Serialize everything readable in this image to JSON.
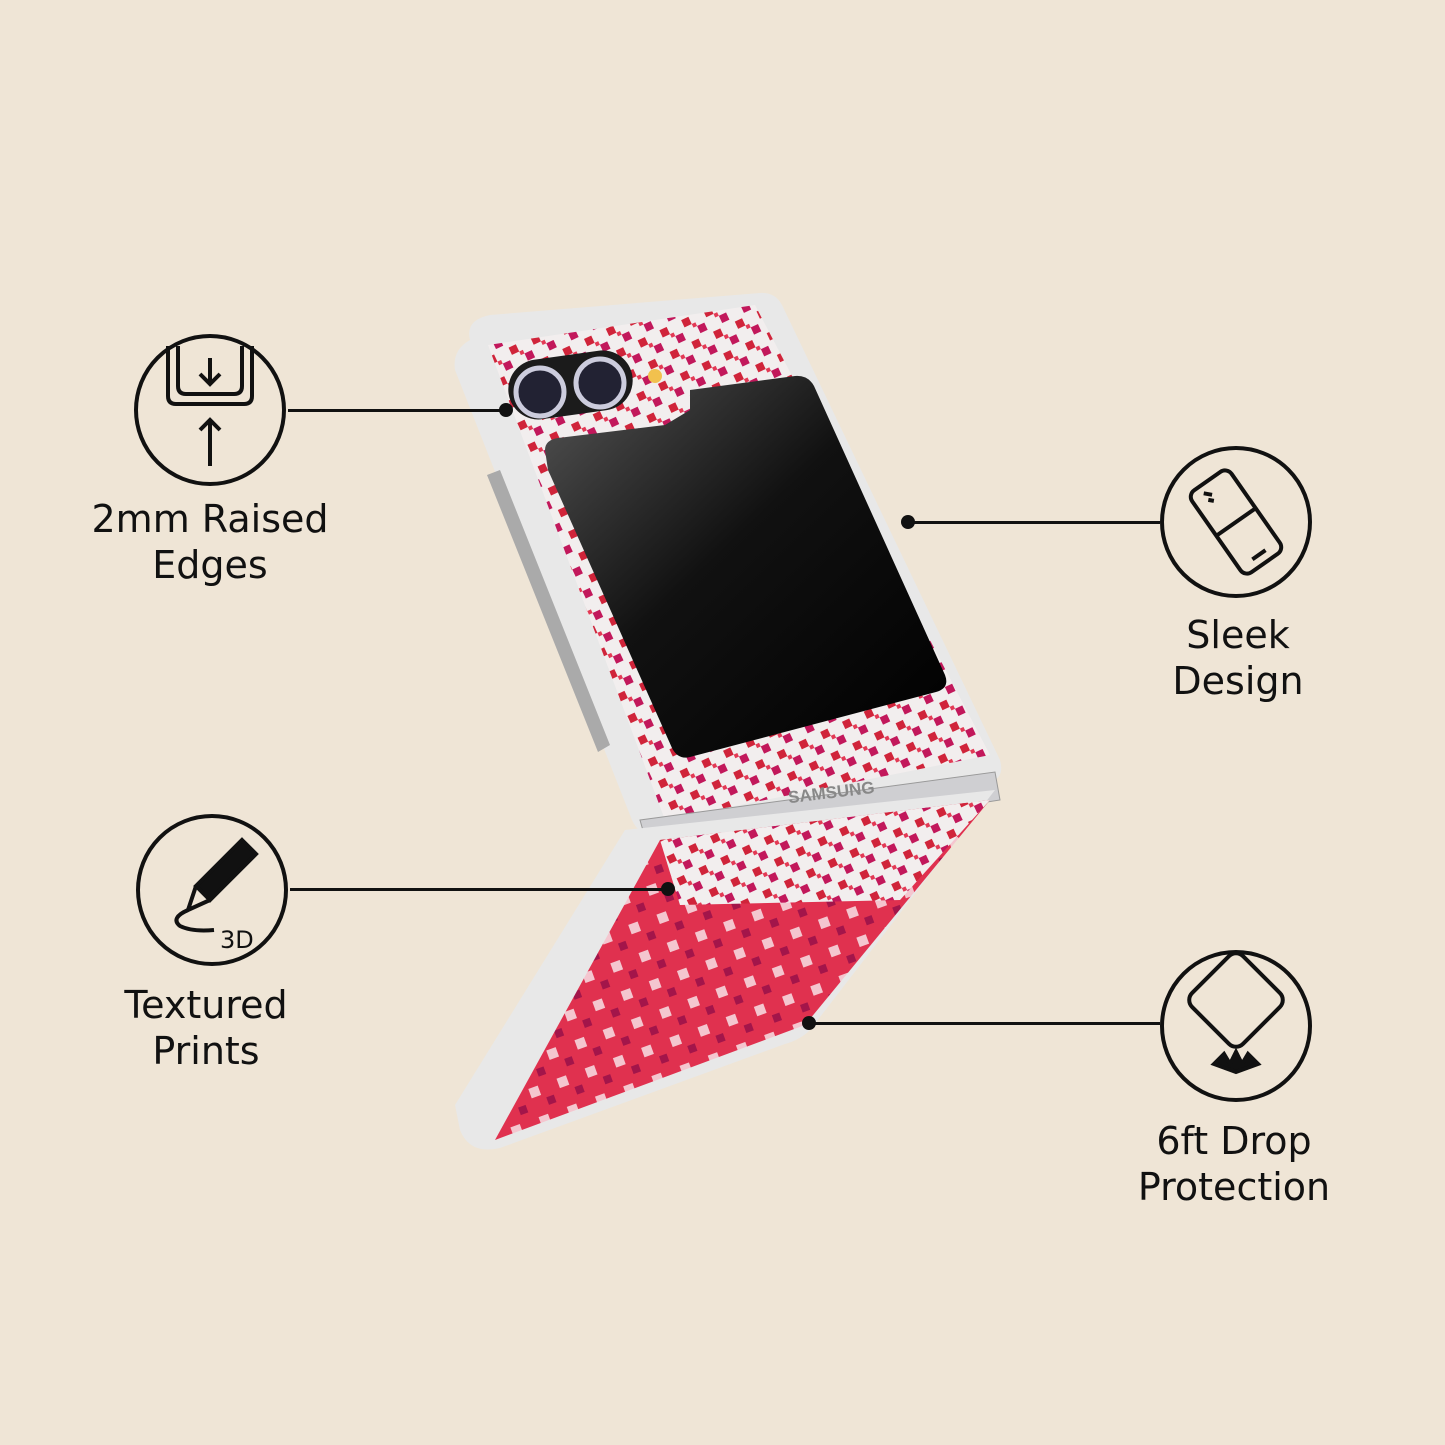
{
  "features": [
    {
      "label_line1": "2mm Raised",
      "label_line2": "Edges",
      "icon": "raised-edges-icon"
    },
    {
      "label_line1": "Sleek",
      "label_line2": "Design",
      "icon": "sleek-phone-icon"
    },
    {
      "label_line1": "Textured",
      "label_line2": "Prints",
      "icon": "3d-pen-icon",
      "icon_text": "3D"
    },
    {
      "label_line1": "6ft Drop",
      "label_line2": "Protection",
      "icon": "drop-protection-icon"
    }
  ],
  "phone": {
    "brand": "SAMSUNG"
  },
  "colors": {
    "background": "#efe5d6",
    "pattern_red": "#d0243a",
    "pattern_pink": "#c2185b",
    "case": "#eeeeee"
  }
}
